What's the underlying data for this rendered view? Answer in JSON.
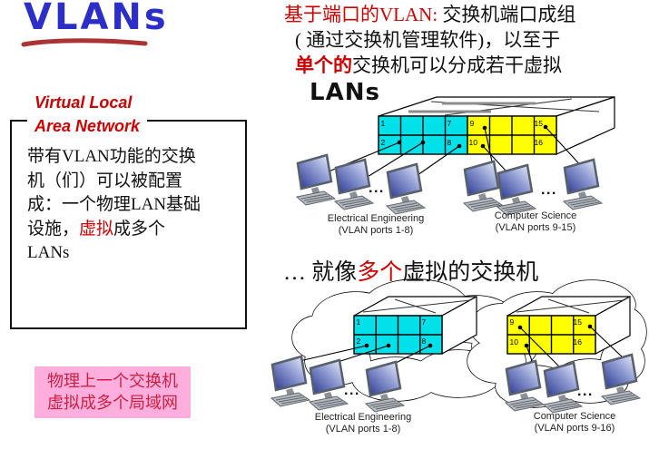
{
  "title": {
    "text": "VLANs"
  },
  "vln_heading": {
    "line1": "Virtual Local",
    "line2": "Area Network"
  },
  "left_box": {
    "line1": "带有VLAN功能的交换",
    "line2": "机（们）可以被配置",
    "line3": "成：一个物理LAN基础",
    "line4_pre": "设施，",
    "line4_red": "虚拟",
    "line4_post": "成多个",
    "line5": "LANs"
  },
  "pink_note": {
    "line1": "物理上一个交换机",
    "line2": "虚拟成多个局域网"
  },
  "intro": {
    "line1_red": "基于端口的VLAN:",
    "line1_rest": " 交换机端口成组",
    "line2": "( 通过交换机管理软件)，以至于",
    "line3_red": "单个的",
    "line3_rest": "交换机可以分成若干虚拟",
    "line4": "LANs"
  },
  "caption": {
    "ellipsis": "…",
    "pre": "就像",
    "red": "多个",
    "post": "虚拟的交换机"
  },
  "diagram_top": {
    "ports": [
      "1",
      "7",
      "9",
      "15",
      "2",
      "8",
      "10",
      "16"
    ],
    "ellipsis": "...",
    "groups": [
      {
        "name": "Electrical Engineering",
        "ports_label": "(VLAN ports 1-8)"
      },
      {
        "name": "Computer Science",
        "ports_label": "(VLAN ports 9-15)"
      }
    ]
  },
  "diagram_bottom": {
    "left_ports": [
      "1",
      "7",
      "2",
      "8"
    ],
    "right_ports": [
      "9",
      "15",
      "10",
      "16"
    ],
    "ellipsis": "...",
    "groups": [
      {
        "name": "Electrical Engineering",
        "ports_label": "(VLAN ports 1-8)"
      },
      {
        "name": "Computer Science",
        "ports_label": "(VLAN ports 9-16)"
      }
    ]
  },
  "colors": {
    "vlan_cyan": "#00e1ea",
    "vlan_yellow": "#ffff00",
    "title_blue": "#2b2fc8",
    "accent_red": "#cc0000",
    "pink_bg": "#ffaede",
    "pink_text": "#cc2040"
  }
}
